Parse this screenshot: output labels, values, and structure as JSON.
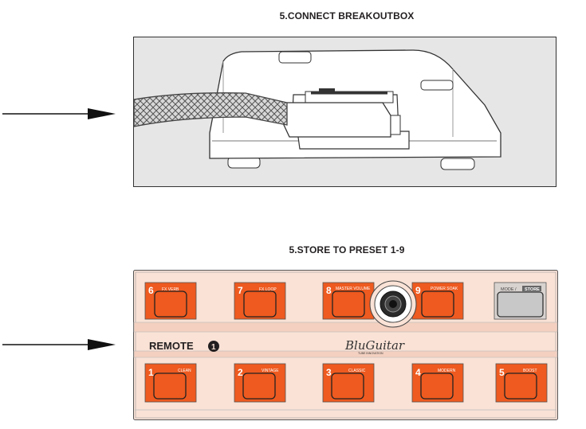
{
  "section1": {
    "title": "5.CONNECT BREAKOUTBOX"
  },
  "section2": {
    "title": "5.STORE TO PRESET 1-9"
  },
  "remote": {
    "brand": "REMOTE",
    "brand_number": "1",
    "logo_text": "BluGuitar",
    "logo_subtext": "TUBE INNOVATION",
    "top_switches": [
      {
        "number": "6",
        "label": "FX VERB"
      },
      {
        "number": "7",
        "label": "FX LOOP"
      },
      {
        "number": "8",
        "label": "MASTER VOLUME"
      },
      {
        "number": "9",
        "label": "POWER SOAK"
      }
    ],
    "mode_switch": {
      "label": "MODE /",
      "tag": "STORE"
    },
    "bottom_switches": [
      {
        "number": "1",
        "label": "CLEAN"
      },
      {
        "number": "2",
        "label": "VINTAGE"
      },
      {
        "number": "3",
        "label": "CLASSIC"
      },
      {
        "number": "4",
        "label": "MODERN"
      },
      {
        "number": "5",
        "label": "BOOST"
      }
    ]
  },
  "colors": {
    "switch_orange": "#ee5a1f",
    "panel_bg": "#fae2d6",
    "text_dark": "#231f20"
  }
}
